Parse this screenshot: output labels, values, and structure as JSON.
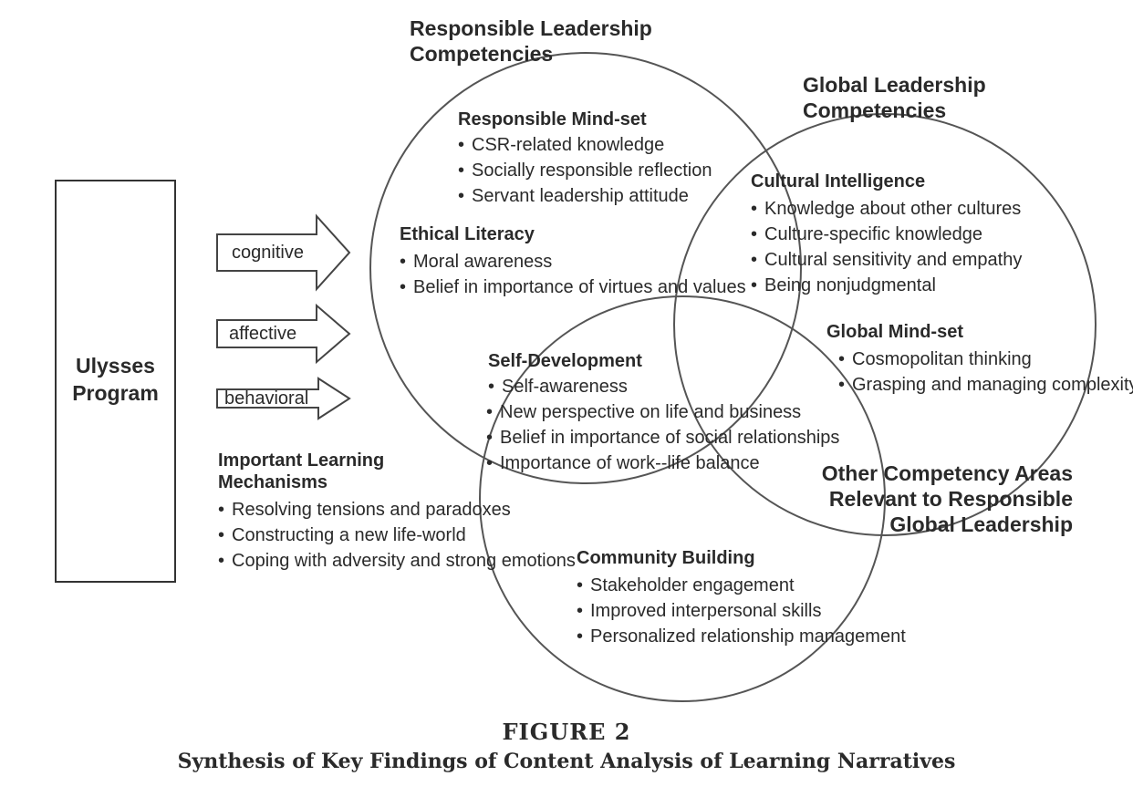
{
  "program": {
    "label": "Ulysses\nProgram"
  },
  "arrows": [
    {
      "label": "cognitive"
    },
    {
      "label": "affective"
    },
    {
      "label": "behavioral"
    }
  ],
  "learning_mechanisms": {
    "title": "Important Learning\nMechanisms",
    "items": [
      "Resolving tensions and paradoxes",
      "Constructing a new life-world",
      "Coping with adversity and strong emotions"
    ]
  },
  "circles": {
    "responsible": {
      "title": "Responsible Leadership\nCompetencies"
    },
    "global": {
      "title": "Global Leadership\nCompetencies"
    },
    "other": {
      "title": "Other Competency Areas\nRelevant to Responsible\nGlobal Leadership"
    }
  },
  "sections": {
    "responsible_mindset": {
      "title": "Responsible Mind-set",
      "items": [
        "CSR-related knowledge",
        "Socially responsible reflection",
        "Servant leadership attitude"
      ]
    },
    "ethical_literacy": {
      "title": "Ethical Literacy",
      "items": [
        "Moral awareness",
        "Belief in importance of virtues and values"
      ]
    },
    "cultural_intelligence": {
      "title": "Cultural Intelligence",
      "items": [
        "Knowledge about other cultures",
        "Culture-specific knowledge",
        "Cultural sensitivity and empathy",
        "Being nonjudgmental"
      ]
    },
    "global_mindset": {
      "title": "Global Mind-set",
      "items": [
        "Cosmopolitan thinking",
        "Grasping and managing complexity"
      ]
    },
    "self_development": {
      "title": "Self-Development",
      "items": [
        "Self-awareness",
        "New perspective on life and business",
        "Belief in importance of social relationships",
        "Importance of work--life balance"
      ]
    },
    "community_building": {
      "title": "Community Building",
      "items": [
        "Stakeholder engagement",
        "Improved interpersonal skills",
        "Personalized relationship management"
      ]
    }
  },
  "figure": {
    "label": "FIGURE 2",
    "caption": "Synthesis of Key Findings of Content Analysis of Learning Narratives"
  }
}
